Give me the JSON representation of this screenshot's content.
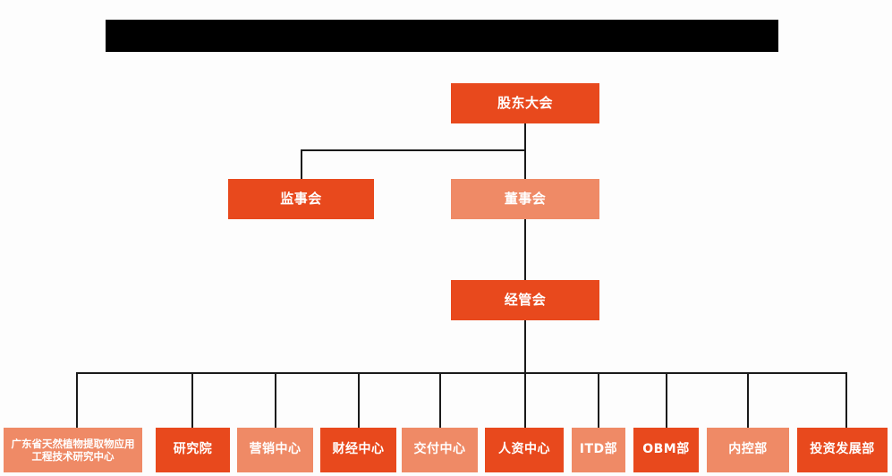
{
  "banner": {
    "name": "redacted-title-banner",
    "text": ""
  },
  "colors": {
    "vivid_orange": "#e8491d",
    "light_orange": "#ef8a66",
    "connector": "#1a1a1a",
    "background": "#fdfdfd",
    "banner": "#000000",
    "node_text": "#ffffff"
  },
  "chart_data": {
    "type": "diagram",
    "title": "",
    "levels": [
      {
        "level": 1,
        "nodes": [
          {
            "id": "shareholders",
            "label": "股东大会",
            "tone": "vivid"
          }
        ]
      },
      {
        "level": 2,
        "nodes": [
          {
            "id": "supervisors",
            "label": "监事会",
            "tone": "vivid"
          },
          {
            "id": "directors",
            "label": "董事会",
            "tone": "light"
          }
        ]
      },
      {
        "level": 3,
        "nodes": [
          {
            "id": "management",
            "label": "经管会",
            "tone": "vivid"
          }
        ]
      },
      {
        "level": 4,
        "nodes": [
          {
            "id": "rnd-center",
            "label": "广东省天然植物提取物应用工程技术研究中心",
            "tone": "light"
          },
          {
            "id": "research-institute",
            "label": "研究院",
            "tone": "vivid"
          },
          {
            "id": "marketing-center",
            "label": "营销中心",
            "tone": "light"
          },
          {
            "id": "finance-center",
            "label": "财经中心",
            "tone": "vivid"
          },
          {
            "id": "delivery-center",
            "label": "交付中心",
            "tone": "light"
          },
          {
            "id": "hr-center",
            "label": "人资中心",
            "tone": "vivid"
          },
          {
            "id": "itd-dept",
            "label": "ITD部",
            "tone": "light"
          },
          {
            "id": "obm-dept",
            "label": "OBM部",
            "tone": "vivid"
          },
          {
            "id": "internal-control-dept",
            "label": "内控部",
            "tone": "light"
          },
          {
            "id": "investment-development-dept",
            "label": "投资发展部",
            "tone": "vivid"
          }
        ]
      }
    ],
    "edges": [
      {
        "from": "shareholders",
        "to": "supervisors"
      },
      {
        "from": "shareholders",
        "to": "directors"
      },
      {
        "from": "directors",
        "to": "management"
      },
      {
        "from": "management",
        "to": "rnd-center"
      },
      {
        "from": "management",
        "to": "research-institute"
      },
      {
        "from": "management",
        "to": "marketing-center"
      },
      {
        "from": "management",
        "to": "finance-center"
      },
      {
        "from": "management",
        "to": "delivery-center"
      },
      {
        "from": "management",
        "to": "hr-center"
      },
      {
        "from": "management",
        "to": "itd-dept"
      },
      {
        "from": "management",
        "to": "obm-dept"
      },
      {
        "from": "management",
        "to": "internal-control-dept"
      },
      {
        "from": "management",
        "to": "investment-development-dept"
      }
    ]
  }
}
